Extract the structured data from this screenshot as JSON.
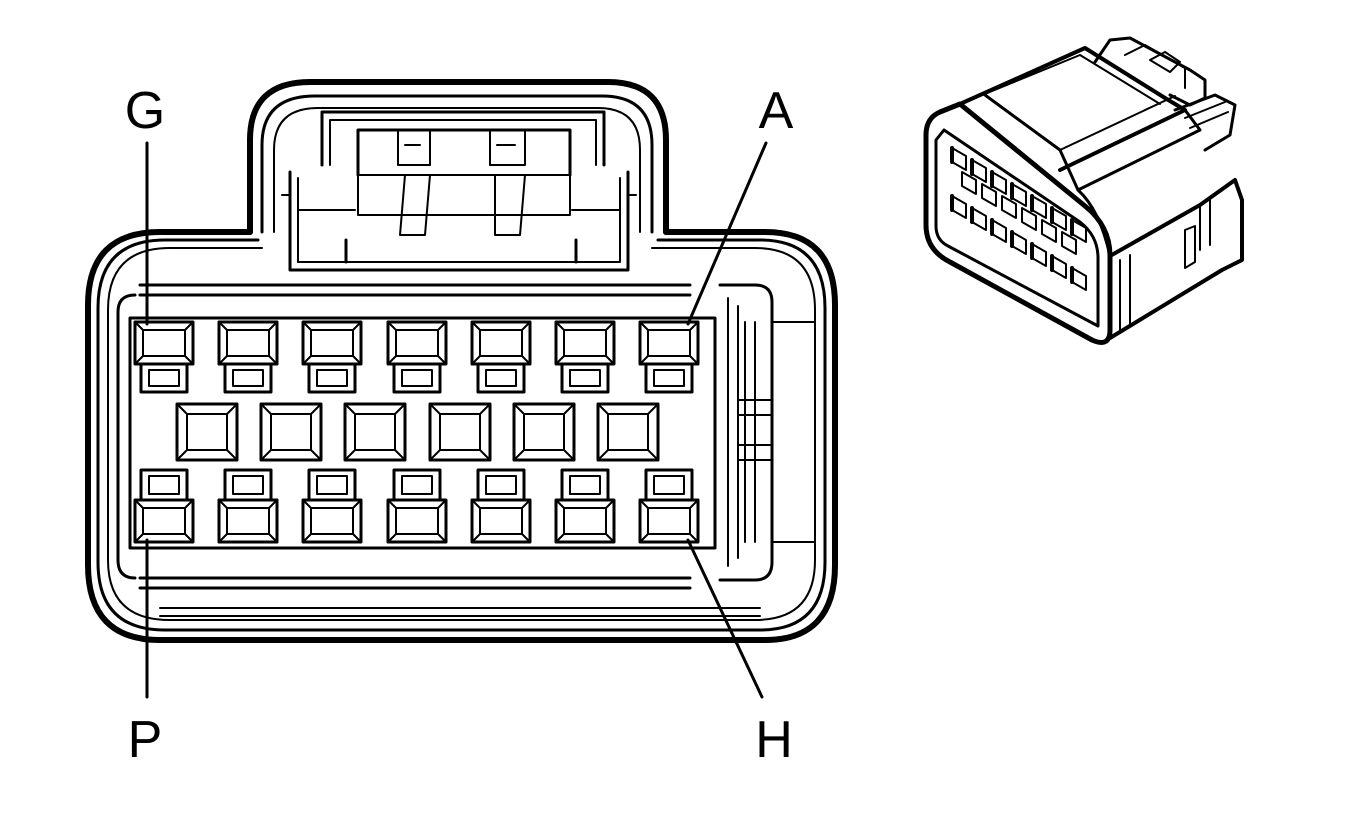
{
  "diagram": {
    "pin_labels": {
      "top_left": "G",
      "top_right": "A",
      "bottom_left": "P",
      "bottom_right": "H"
    },
    "terminal_rows": {
      "top_row_count": 7,
      "middle_row_count": 6,
      "bottom_row_count": 7
    },
    "colors": {
      "line": "#000000",
      "background": "#ffffff"
    }
  }
}
